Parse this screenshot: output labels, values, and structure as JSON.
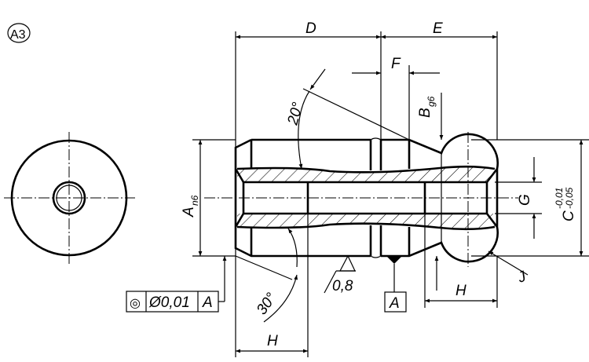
{
  "view_label": "A3",
  "dimensions": {
    "D": "D",
    "E": "E",
    "F": "F",
    "B": "B",
    "B_tol": "g6",
    "A": "A",
    "A_tol": "n6",
    "G": "G",
    "C": "C",
    "C_tol_upper": "-0,01",
    "C_tol_lower": "-0,05",
    "H_left": "H",
    "H_right": "H",
    "J": "J",
    "angle_top": "20°",
    "angle_bottom": "30°"
  },
  "surface_roughness": "0,8",
  "datum": "A",
  "feature_control_frame": {
    "symbol": "◎",
    "tolerance": "Ø0,01",
    "datum_ref": "A"
  }
}
